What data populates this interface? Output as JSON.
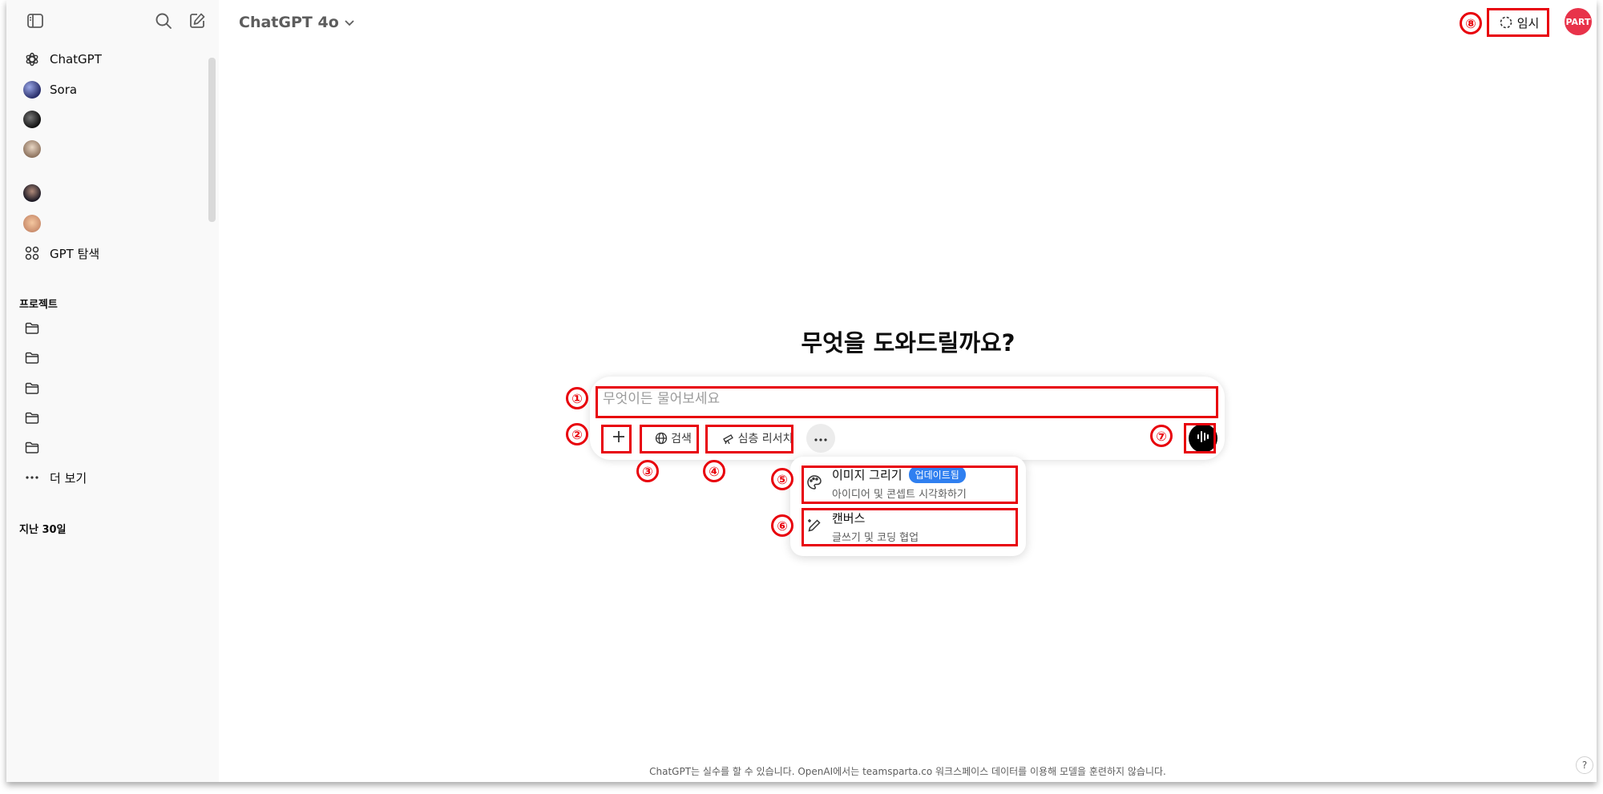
{
  "header": {
    "model_name": "ChatGPT 4o",
    "temporary_label": "임시",
    "profile_text": "PART"
  },
  "sidebar": {
    "items": [
      {
        "label": "ChatGPT",
        "icon": "openai-logo-icon"
      },
      {
        "label": "Sora",
        "icon": "sora-avatar"
      },
      {
        "label": "",
        "icon": "gpt-avatar"
      },
      {
        "label": "",
        "icon": "gpt-avatar"
      },
      {
        "label": "",
        "icon": "gpt-avatar"
      },
      {
        "label": "",
        "icon": "gpt-avatar"
      },
      {
        "label": "GPT 탐색",
        "icon": "grid-icon"
      }
    ],
    "projects_heading": "프로젝트",
    "more_label": "더 보기",
    "history_heading": "지난 30일"
  },
  "main": {
    "headline": "무엇을 도와드릴까요?",
    "input_placeholder": "무엇이든 물어보세요",
    "search_label": "검색",
    "deep_research_label": "심층 리서치",
    "menu": [
      {
        "title": "이미지 그리기",
        "badge": "업데이트됨",
        "subtitle": "아이디어 및 콘셉트 시각화하기"
      },
      {
        "title": "캔버스",
        "subtitle": "글쓰기 및 코딩 협업"
      }
    ]
  },
  "annotations": [
    "①",
    "②",
    "③",
    "④",
    "⑤",
    "⑥",
    "⑦",
    "⑧"
  ],
  "footer": {
    "disclaimer": "ChatGPT는 실수를 할 수 있습니다. OpenAI에서는 teamsparta.co 워크스페이스 데이터를 이용해 모델을 훈련하지 않습니다.",
    "help": "?"
  },
  "colors": {
    "annotation_red": "#e8000b",
    "badge_blue": "#2f7ff0",
    "sidebar_bg": "#f9f9f9",
    "profile_red": "#e8334a"
  }
}
